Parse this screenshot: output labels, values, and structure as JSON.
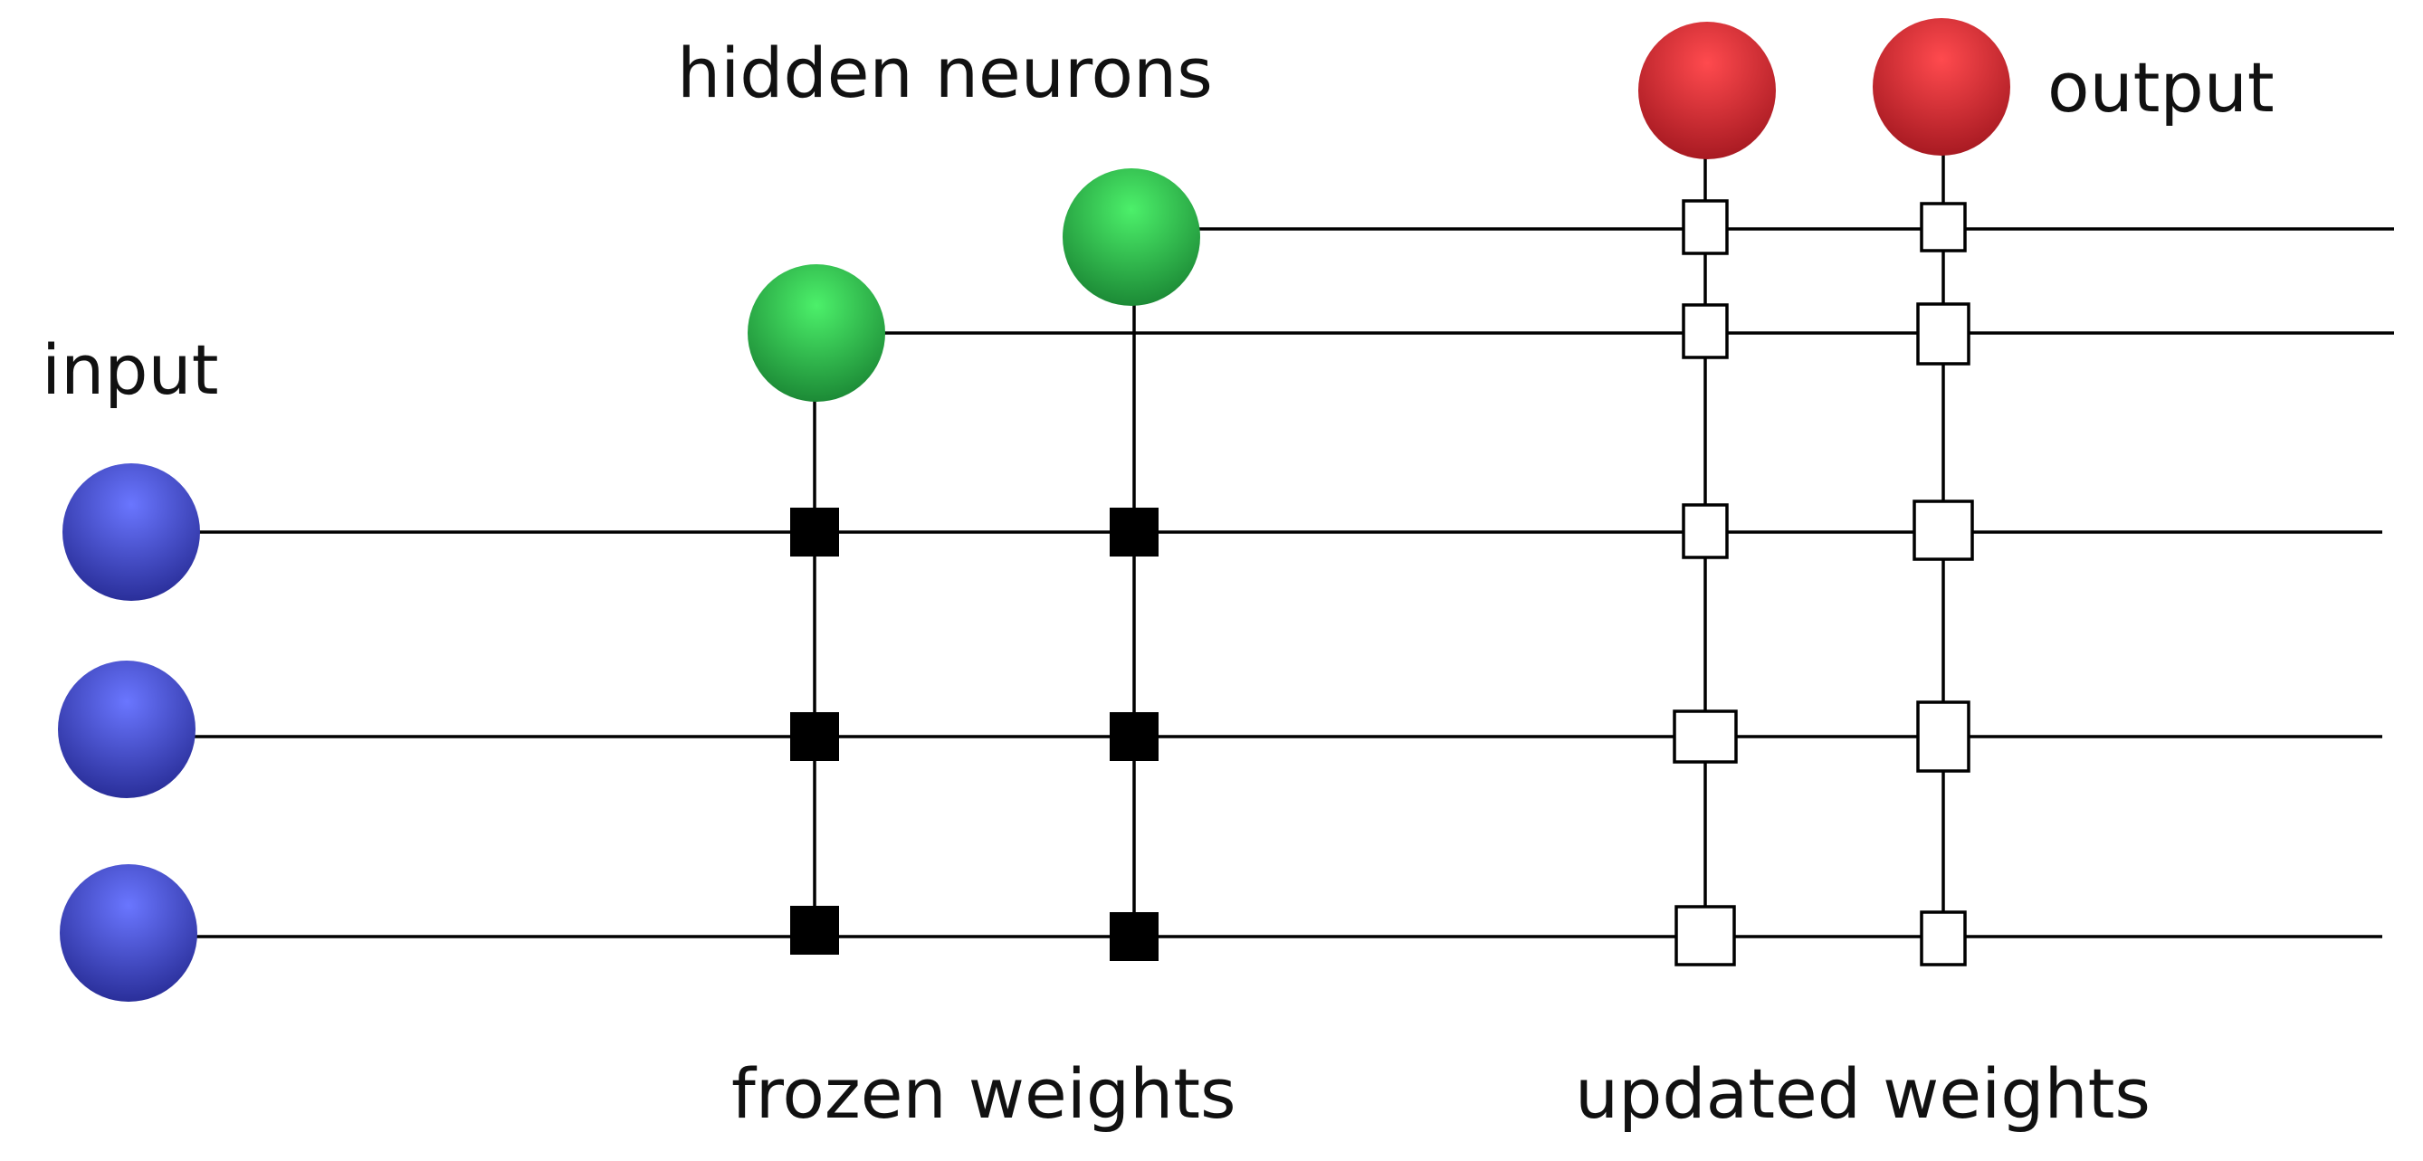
{
  "labels": {
    "input": "input",
    "hidden": "hidden neurons",
    "output": "output",
    "frozen": "frozen weights",
    "updated": "updated weights"
  },
  "colors": {
    "input": "#4a58f0",
    "hidden": "#22c24a",
    "output": "#ea2a34",
    "weight_frozen": "#000000",
    "weight_updated": "#ffffff"
  },
  "counts": {
    "inputs": 3,
    "hidden": 2,
    "outputs": 2
  },
  "weights": {
    "frozen": "filled-square-icon",
    "updated": "hollow-square-icon"
  }
}
